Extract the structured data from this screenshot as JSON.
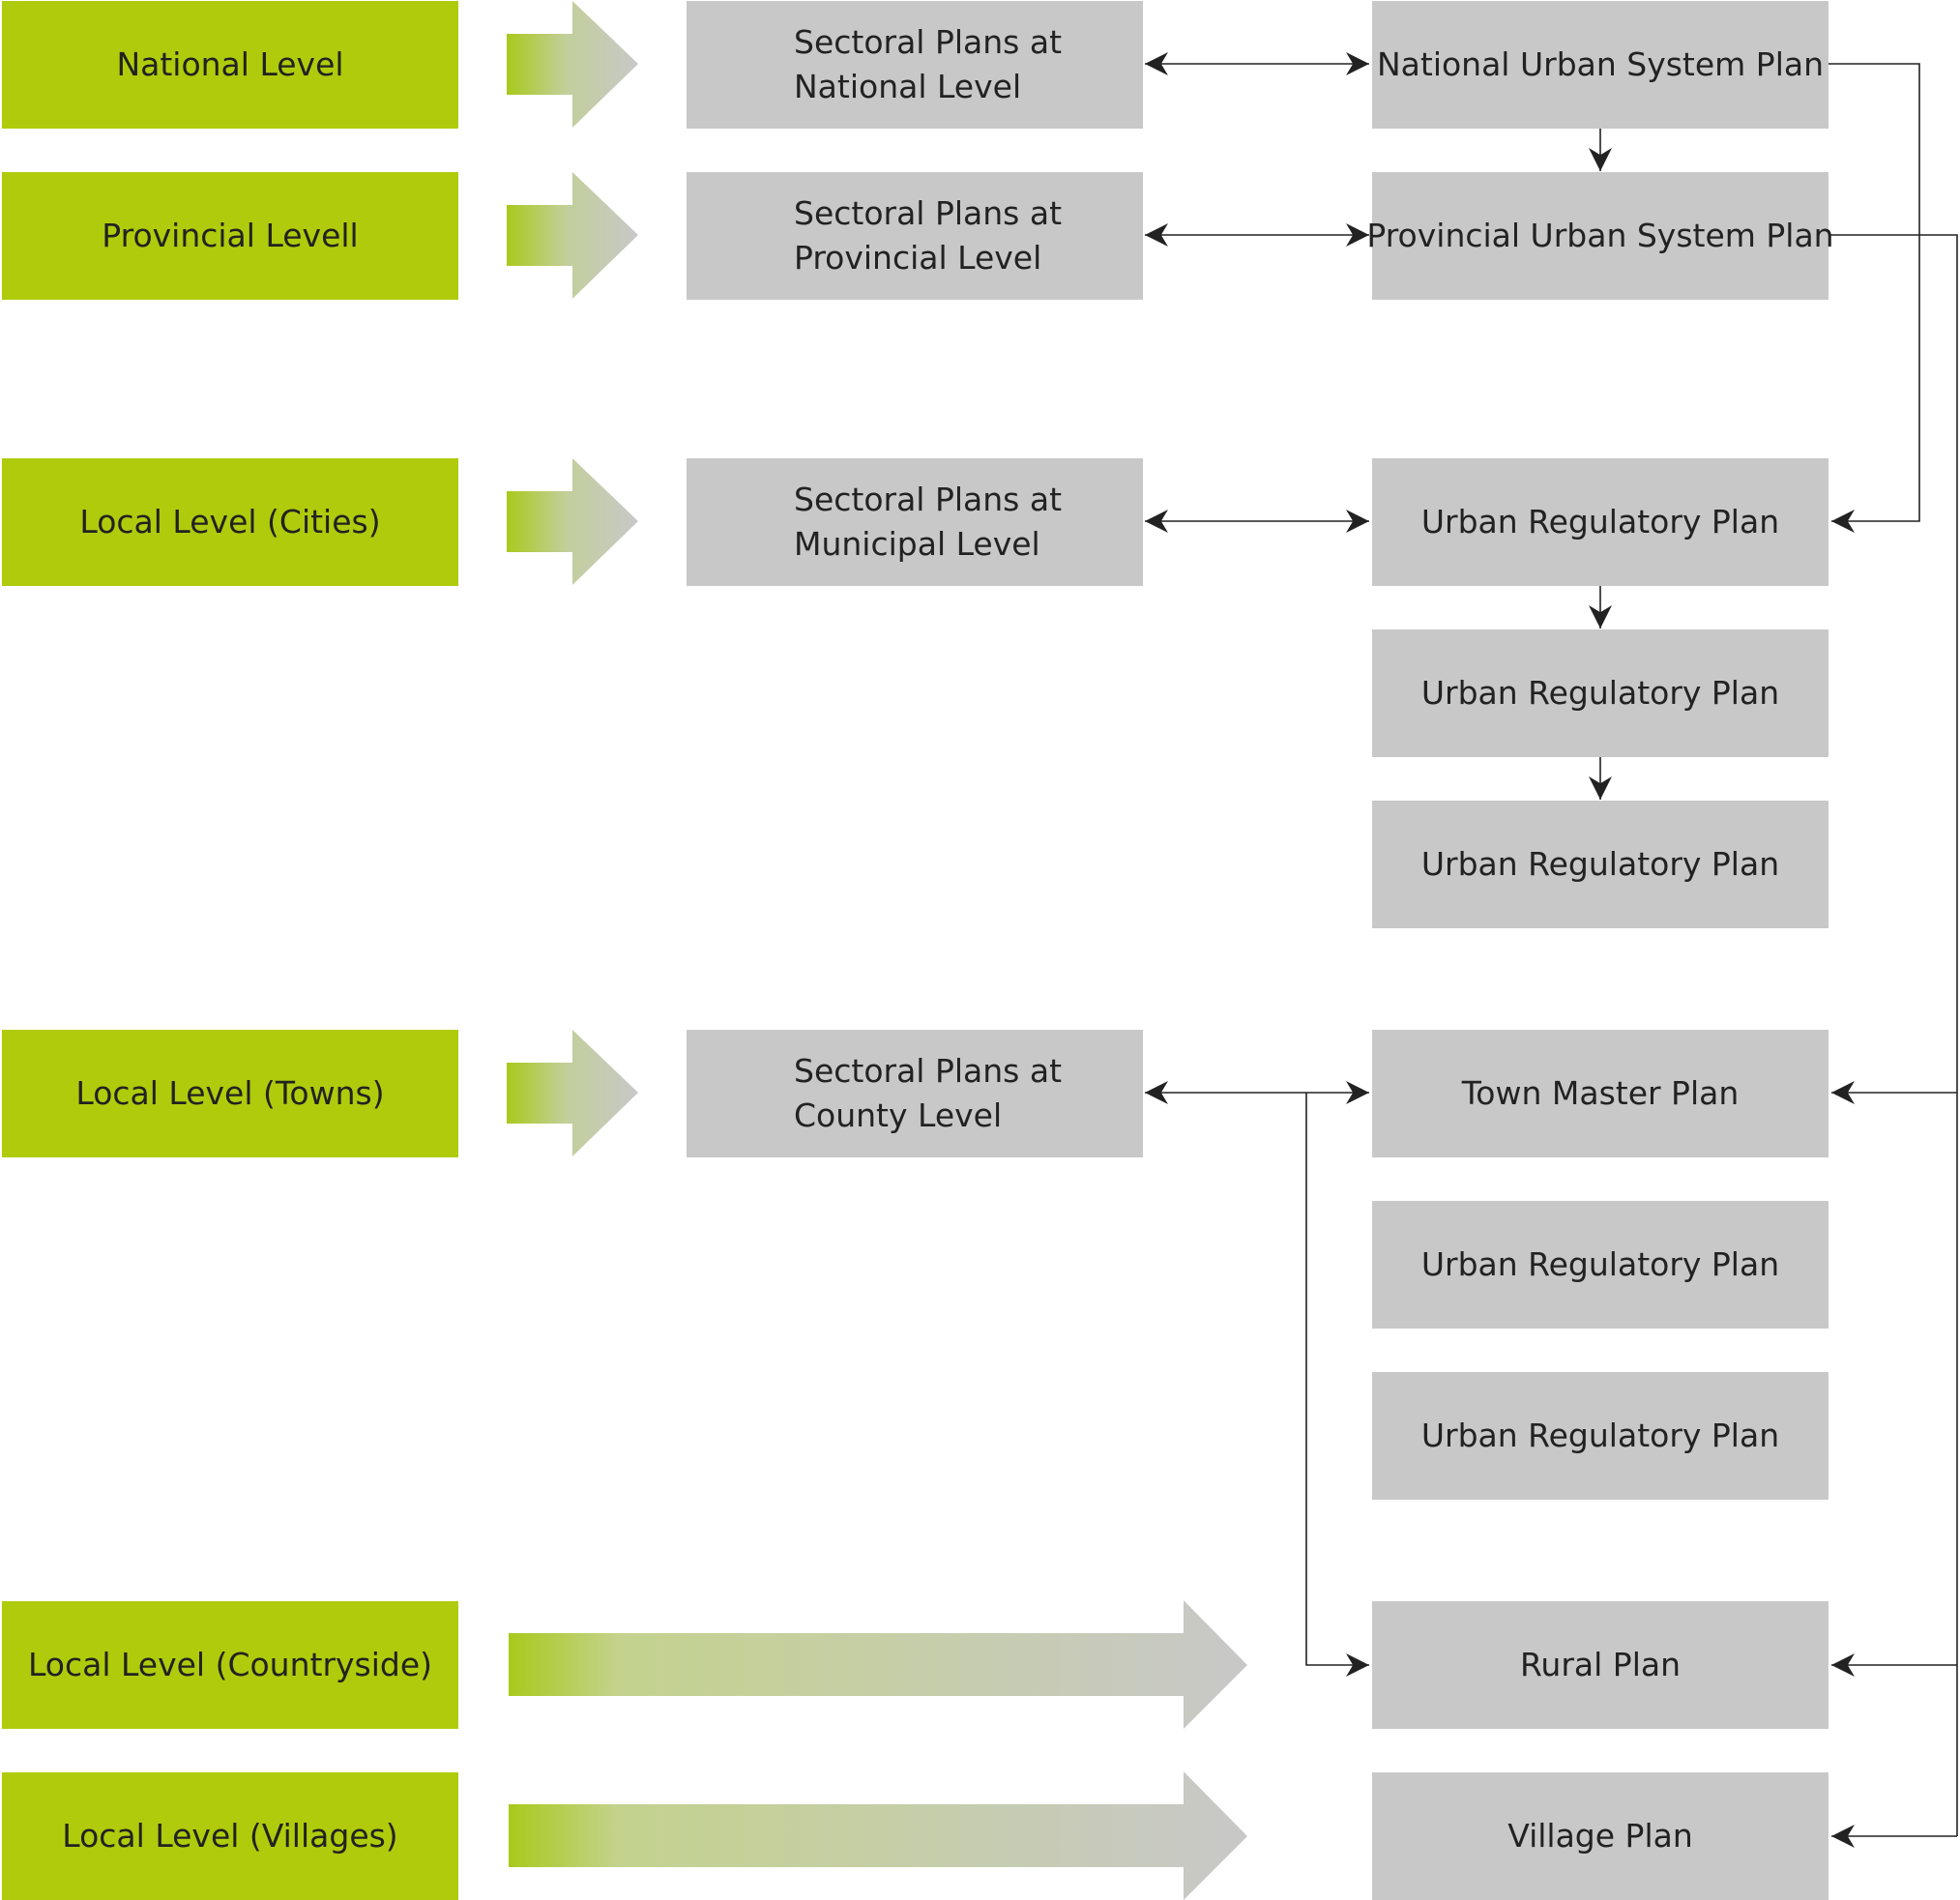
{
  "levels": [
    "National Level",
    "Provincial Levell",
    "Local Level (Cities)",
    "Local Level (Towns)",
    "Local Level (Countryside)",
    "Local Level (Villages)"
  ],
  "sectoral_plans": [
    {
      "line1": "Sectoral Plans at",
      "line2": "National Level"
    },
    {
      "line1": "Sectoral Plans at",
      "line2": "Provincial Level"
    },
    {
      "line1": "Sectoral Plans at",
      "line2": "Municipal Level"
    },
    {
      "line1": "Sectoral Plans at",
      "line2": "County Level"
    }
  ],
  "plans": [
    "National Urban System Plan",
    "Provincial Urban System Plan",
    "Urban Regulatory Plan",
    "Urban Regulatory Plan",
    "Urban Regulatory Plan",
    "Town Master Plan",
    "Urban Regulatory Plan",
    "Urban Regulatory Plan",
    "Rural Plan",
    "Village Plan"
  ],
  "colors": {
    "level_fill": "#b0cb0b",
    "plan_fill": "#c8c8c8",
    "arrow_gradient_start": "#b0cb0b",
    "arrow_gradient_end": "#c8c8c8",
    "connector": "#222222"
  },
  "icons": {
    "level_to_sector": "gradient-right-arrow-icon",
    "long_level_arrow": "long-gradient-right-arrow-icon",
    "connector_head": "arrowhead-icon"
  }
}
